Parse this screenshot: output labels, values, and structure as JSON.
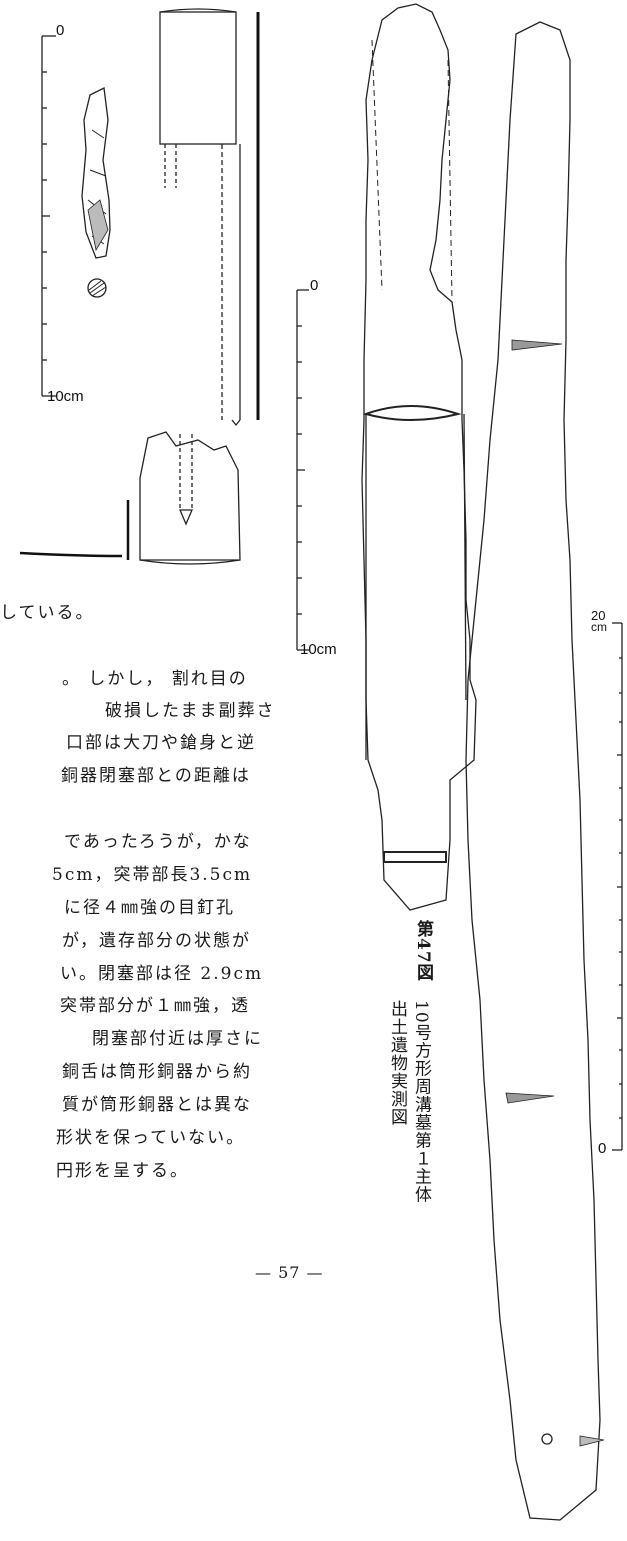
{
  "scales": {
    "upper_left": {
      "top": "0",
      "bottom": "10cm"
    },
    "middle": {
      "top": "0",
      "bottom": "10cm"
    },
    "right": {
      "top": "20",
      "unit": "cm",
      "bottom": "0"
    }
  },
  "body_text": [
    "している。",
    "。 しかし， 割れ目の",
    "破損したまま副葬さ",
    "口部は大刀や鎗身と逆",
    "銅器閉塞部との距離は",
    "であったろうが，かな",
    "5cm，突帯部長3.5cm",
    "に径４㎜強の目釘孔",
    "が，遺存部分の状態が",
    "い。閉塞部は径 2.9cm",
    "突帯部分が１㎜強，透",
    "閉塞部付近は厚さに",
    "銅舌は筒形銅器から約",
    "質が筒形銅器とは異な",
    "形状を保っていない。",
    "円形を呈する。"
  ],
  "caption": {
    "figure_label": "第47図",
    "title_line1": "10号方形周溝墓第１主体",
    "title_line2": "出土遺物実測図"
  },
  "page_number": "— 57 —"
}
